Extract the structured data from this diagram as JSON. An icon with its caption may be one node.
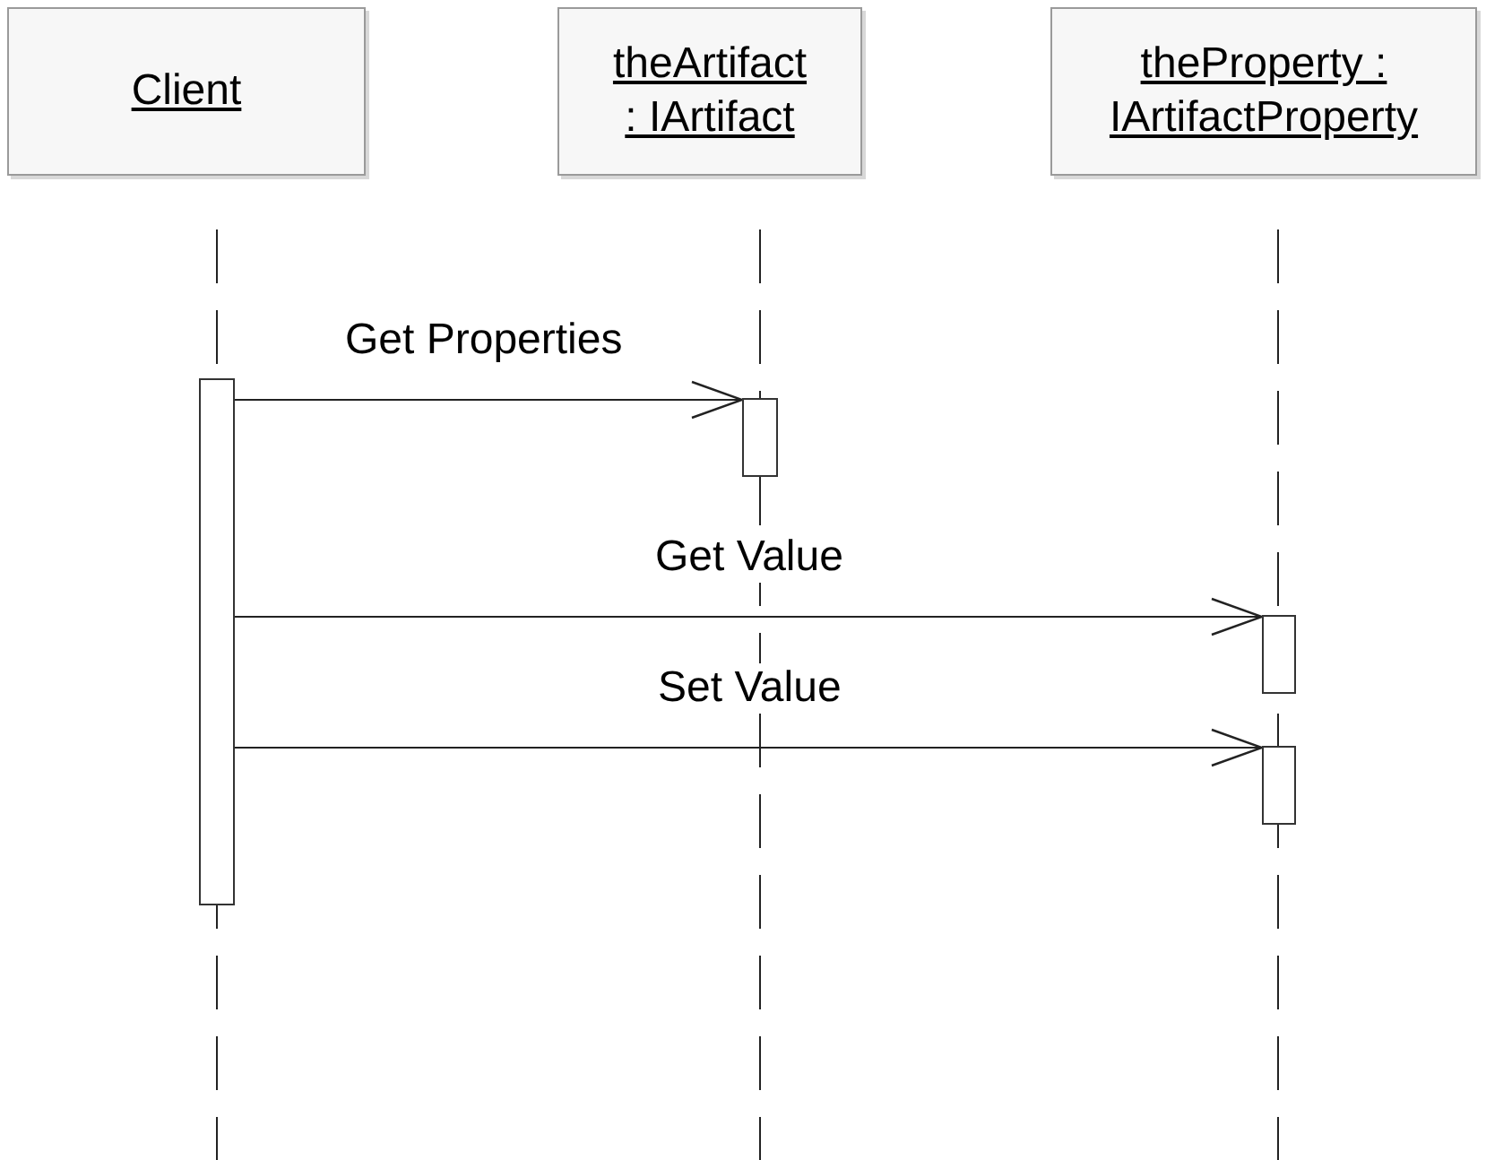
{
  "diagram": {
    "nodes": [
      {
        "text": [
          "Client"
        ]
      },
      {
        "text": [
          "theArtifact : IArtifact"
        ]
      },
      {
        "text": [
          "theProperty : IArtifactProperty"
        ]
      },
      {
        "text": [],
        "shape": "bar"
      },
      {
        "text": [],
        "shape": "bar"
      },
      {
        "text": [],
        "shape": "bar"
      },
      {
        "text": [],
        "shape": "bar"
      }
    ],
    "edges": [
      {
        "from": 3,
        "to": 4,
        "arrow": "to",
        "label": "Get Properties"
      },
      {
        "from": 3,
        "to": 5,
        "arrow": "to",
        "label": "Get Value"
      },
      {
        "from": 3,
        "to": 6,
        "arrow": "to",
        "label": "Set Value"
      }
    ]
  }
}
